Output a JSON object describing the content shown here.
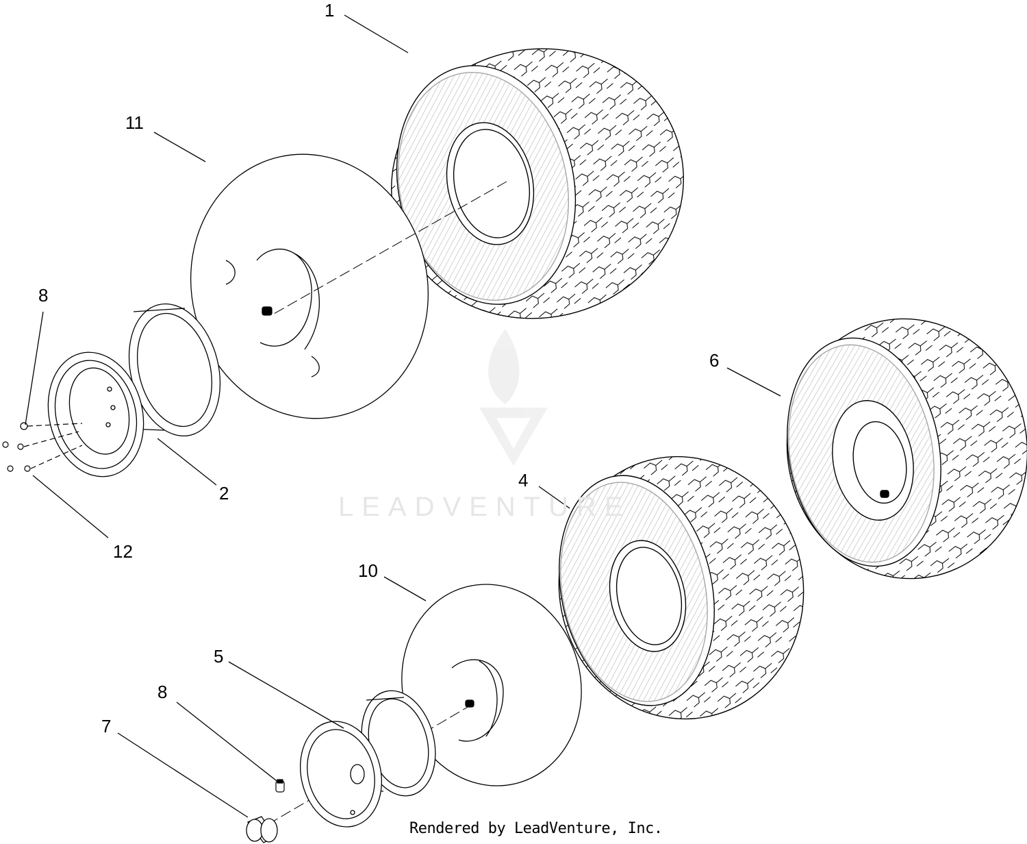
{
  "callouts": {
    "c1": "1",
    "c2": "2",
    "c4": "4",
    "c5": "5",
    "c6": "6",
    "c7": "7",
    "c8a": "8",
    "c8b": "8",
    "c10": "10",
    "c11": "11",
    "c12": "12"
  },
  "watermark": "LEADVENTURE",
  "footer": "Rendered by LeadVenture, Inc."
}
